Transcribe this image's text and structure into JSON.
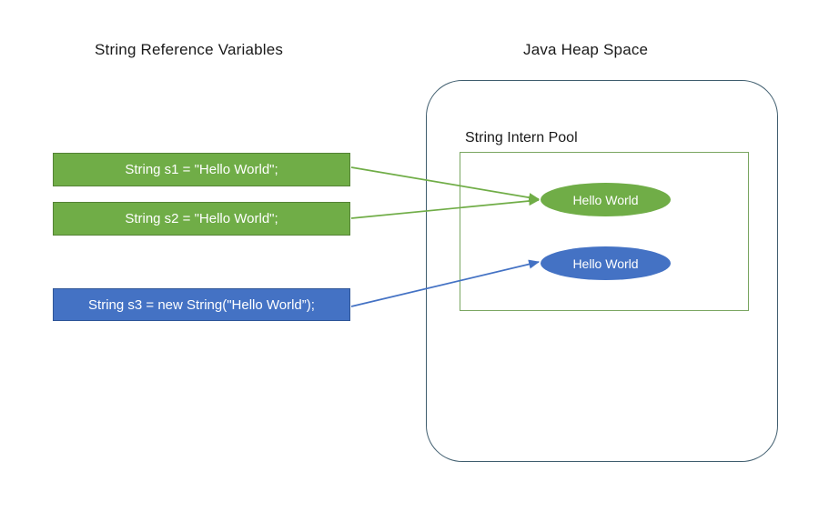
{
  "diagram": {
    "title_left": "String Reference  Variables",
    "title_right": "Java Heap Space",
    "intern_pool_label": "String Intern Pool",
    "reference_variables": [
      {
        "id": "s1",
        "code": "String s1 = \"Hello World\";",
        "color": "#70ad47",
        "border": "#548235",
        "target": "green-ellipse"
      },
      {
        "id": "s2",
        "code": "String s2 = \"Hello World\";",
        "color": "#70ad47",
        "border": "#548235",
        "target": "green-ellipse"
      },
      {
        "id": "s3",
        "code": "String s3 = new String(\"Hello World”);",
        "color": "#4472c4",
        "border": "#2f5597",
        "target": "blue-ellipse"
      }
    ],
    "heap_objects": [
      {
        "id": "green-ellipse",
        "label": "Hello World",
        "color": "#70ad47"
      },
      {
        "id": "blue-ellipse",
        "label": "Hello World",
        "color": "#4472c4"
      }
    ],
    "arrows": [
      {
        "from": "s1",
        "to": "green-ellipse",
        "color": "#70ad47"
      },
      {
        "from": "s2",
        "to": "green-ellipse",
        "color": "#70ad47"
      },
      {
        "from": "s3",
        "to": "blue-ellipse",
        "color": "#4472c4"
      }
    ],
    "colors": {
      "green_fill": "#70ad47",
      "green_border": "#548235",
      "blue_fill": "#4472c4",
      "blue_border": "#2f5597",
      "heap_border": "#3f5d6e",
      "pool_border": "#7aa661",
      "text_dark": "#1a1a1a",
      "background": "#ffffff"
    }
  }
}
